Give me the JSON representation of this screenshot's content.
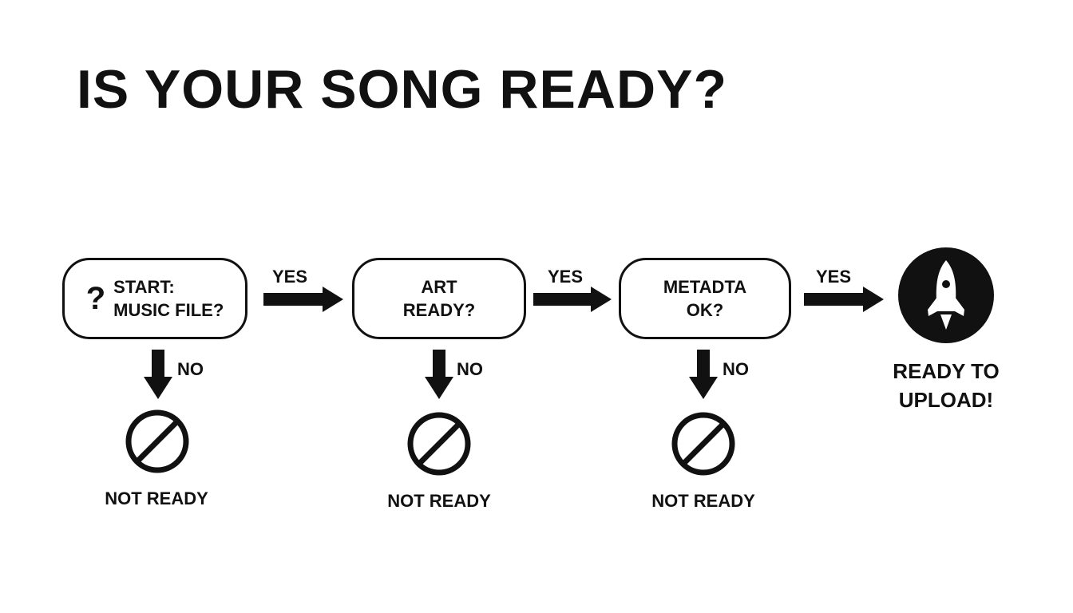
{
  "title": "IS YOUR SONG READY?",
  "steps": [
    {
      "icon": "question-mark-icon",
      "icon_text": "?",
      "line1": "START:",
      "line2": "MUSIC FILE?"
    },
    {
      "line1": "ART",
      "line2": "READY?"
    },
    {
      "line1": "METADTA",
      "line2": "OK?"
    }
  ],
  "yes_label": "YES",
  "no_label": "NO",
  "not_ready_label": "NOT READY",
  "end": {
    "icon": "rocket-icon",
    "line1": "READY TO",
    "line2": "UPLOAD!"
  },
  "colors": {
    "ink": "#111111",
    "background": "#ffffff"
  }
}
